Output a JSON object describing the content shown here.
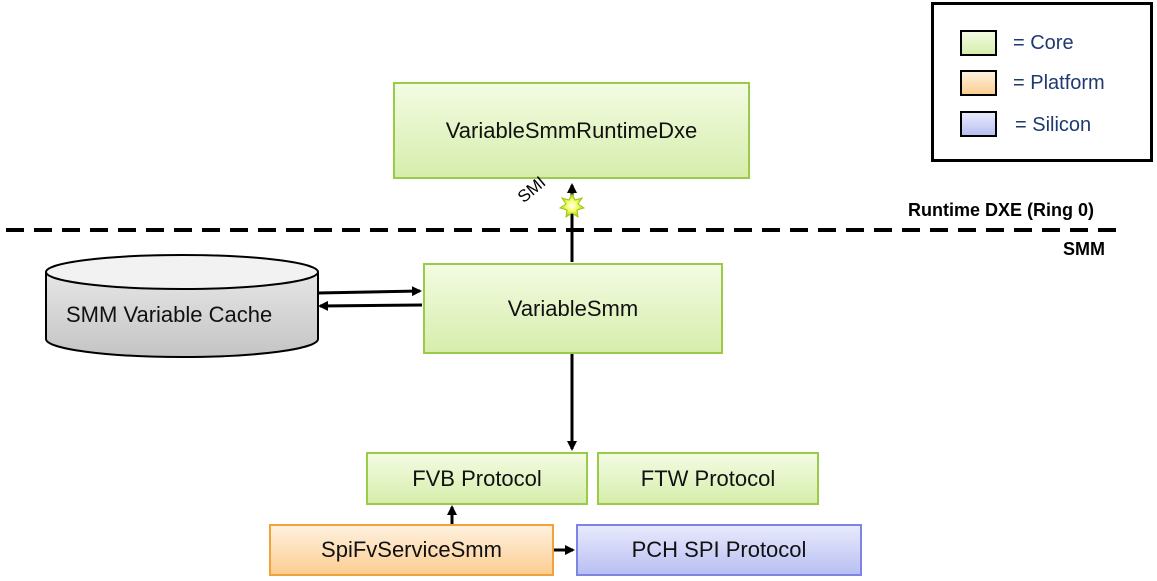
{
  "legend": {
    "items": [
      {
        "label": "= Core",
        "color": "#d6eeac"
      },
      {
        "label": "= Platform",
        "color": "#fbce91"
      },
      {
        "label": "= Silicon",
        "color": "#b9bff2"
      }
    ]
  },
  "boundary": {
    "upper_label": "Runtime DXE (Ring 0)",
    "lower_label": "SMM"
  },
  "nodes": {
    "runtime_dxe": {
      "label": "VariableSmmRuntimeDxe",
      "category": "core"
    },
    "variable_smm": {
      "label": "VariableSmm",
      "category": "core"
    },
    "cache": {
      "label": "SMM Variable Cache"
    },
    "fvb": {
      "label": "FVB Protocol",
      "category": "core"
    },
    "ftw": {
      "label": "FTW Protocol",
      "category": "core"
    },
    "spi_fv": {
      "label": "SpiFvServiceSmm",
      "category": "platform"
    },
    "pch_spi": {
      "label": "PCH SPI Protocol",
      "category": "silicon"
    }
  },
  "edges": {
    "smi_label": "SMI"
  }
}
